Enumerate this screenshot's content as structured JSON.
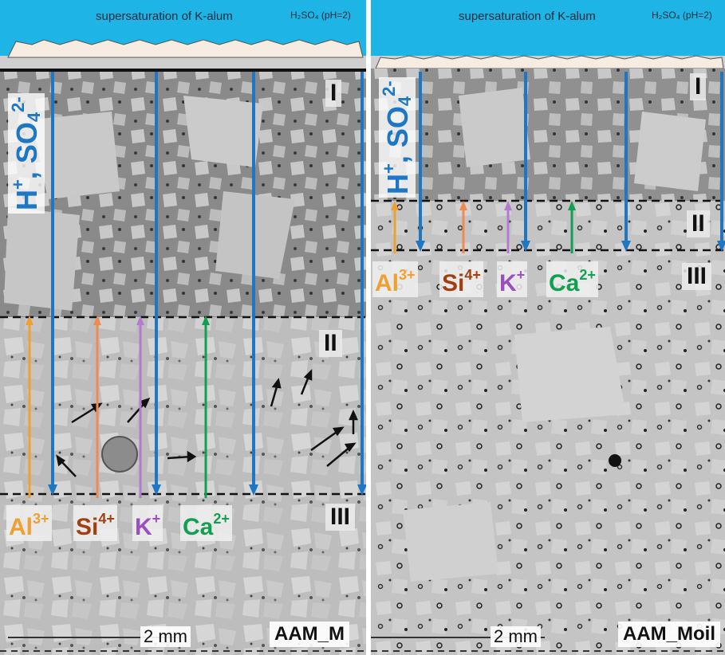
{
  "left_panel": {
    "header": "supersaturation of K-alum",
    "acid": "H₂SO₄ (pH=2)",
    "zones": [
      "I",
      "II",
      "III"
    ],
    "ions": {
      "al": "Al",
      "al_charge": "3+",
      "si": "Si",
      "si_charge": "4+",
      "k": "K",
      "k_charge": "+",
      "ca": "Ca",
      "ca_charge": "2+"
    },
    "acid_label": {
      "h": "H",
      "h_charge": "+",
      "sep": ", SO",
      "sub": "4",
      "charge": "2-"
    },
    "scale_label": "2 mm",
    "sample_name": "AAM_M"
  },
  "right_panel": {
    "header": "supersaturation of K-alum",
    "acid": "H₂SO₄ (pH=2)",
    "zones": [
      "I",
      "II",
      "III"
    ],
    "ions": {
      "al": "Al",
      "al_charge": "3+",
      "si": "Si",
      "si_charge": "4+",
      "k": "K",
      "k_charge": "+",
      "ca": "Ca",
      "ca_charge": "2+"
    },
    "acid_label": {
      "h": "H",
      "h_charge": "+",
      "sep": ", SO",
      "sub": "4",
      "charge": "2-"
    },
    "scale_label": "2 mm",
    "sample_name": "AAM_Moil"
  },
  "colors": {
    "solution": "#1eb4e6",
    "acid_arrow": "#1f77c4",
    "al": "#f0a030",
    "si": "#a04010",
    "si_arrow": "#f08a50",
    "k": "#9b4fbf",
    "k_arrow": "#b57ad0",
    "ca": "#12a050"
  }
}
